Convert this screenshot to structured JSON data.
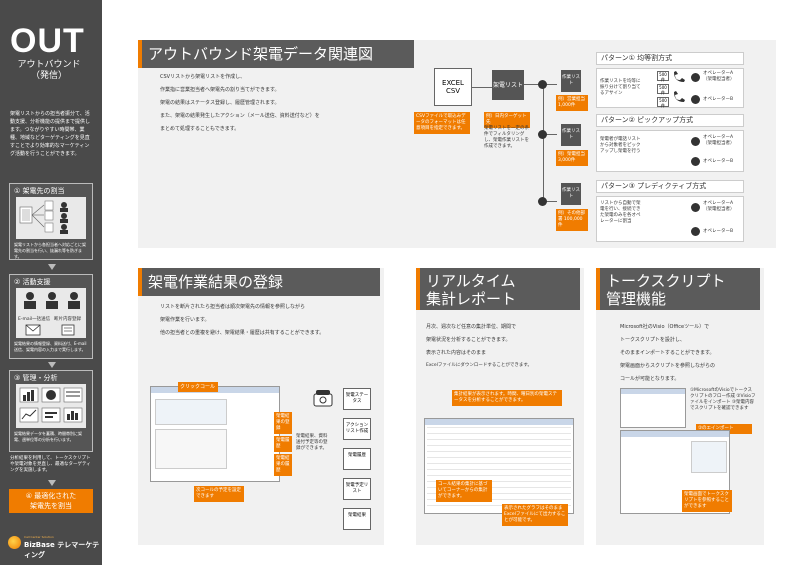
{
  "sidebar": {
    "title": "OUT",
    "subtitle_1": "アウトバウンド",
    "subtitle_2": "（発信）",
    "description": "架電リストからの担当者振分て、活動支援、分析機能の提供まで提供します。つながりやすい時間帯、業種、地域などターゲティングを見直すことでより効率的なマーケティング活動を行うことができます。",
    "step1": "① 架電先の割当",
    "step1_note": "架電リストから各担当者へ対応ごとに架電先の割当を行い、抜漏れ等を防ぎます。",
    "step2": "② 活動支援",
    "step2_label_a": "E-mail一括送信",
    "step2_label_b": "断片内容登録",
    "step2_note": "架電結果の情報登録、資料送付、E-mail送信、架電内容の入力まで実行します。",
    "step3": "③ 管理・分析",
    "step3_note": "架電結果データを蓄積、時間帯別に架電、週単位等の分析を行います。",
    "between_note": "分析結果を利用して、トークスクリプトや架電対象を見直し、最適なターゲティングを実施します。",
    "final_line1": "④ 最適化された",
    "final_line2": "架電先を割当",
    "logo_small": "Call Center Solution",
    "logo": "BizBase テレマーケティング"
  },
  "top_panel": {
    "title": "アウトバウンド架電データ関連図",
    "lines": [
      "CSVリストから架電リストを作成し、",
      "作業指に営業担当者へ架電先の割り当てができます。",
      "架電の結果はステータス登録し、履歴管理されます。",
      "また、架電の結果発生したアクション（メール送信、資料送付など）を",
      "まとめて処理することもできます。"
    ],
    "excel_label": "EXCEL CSV",
    "list_label": "架電リスト",
    "work_list": "作業リスト",
    "csv_callout": "CSVファイルで取込みデータのフォーマットは任意項目を指定できます。",
    "target_callout": "例）日内ターゲット先",
    "mid_note": "架電リストを一定の条件でフィルタリングし、架電作業リストを作成できます。",
    "ex1": "例）営業担当 1,000件",
    "ex2": "例）架電担当 3,000件",
    "ex3": "例）その他部署 100,000件",
    "pattern1": "パターン① 均等割方式",
    "pattern2": "パターン② ピックアップ方式",
    "pattern3": "パターン③ プレディクティブ方式",
    "p1_note": "作業リストを均等に振り分けて割り当てるアサイン",
    "p2_note": "架電者が電話リストから対象者をピックアップし架電を行う",
    "p3_note": "リストから自動で架電を行い、接続できた架電のみを各オペレーターに割当",
    "op_a": "オペレーターA",
    "op_b": "オペレーターB",
    "op_a_sub": "（架電担当者）",
    "count_500": "500件"
  },
  "panel2": {
    "title": "架電作業結果の登録",
    "lines": [
      "リストを断片されたら担当者は順次架電先の情報を参照しながら",
      "架電作業を行います。",
      "他の担当者との重複を避け、架電結果・履歴は共有することができます。"
    ],
    "click_callout": "クリックコール",
    "side_items": [
      "架電結果の登録",
      "架電履歴",
      "架電結果の履歴"
    ],
    "bottom_callout": "次コールの予定を設定できます",
    "side_note": "架電結果、資料送付予定等の登録ができます。",
    "docs": [
      "架電ステータス",
      "アクションリスト作成",
      "架電履歴",
      "架電予定リスト",
      "架電結果"
    ]
  },
  "panel3": {
    "title_line1": "リアルタイム",
    "title_line2": "集計レポート",
    "lines": [
      "月次、週次など任意の集計単位、期間で",
      "架電状況を分析することができます。",
      "表示された内容はそのまま",
      "Excelファイルにダウンロードすることができます。"
    ],
    "callout_top": "集計結果が表示されます。時間、曜日別の架電ステータスを分析することができます。",
    "callout_bottom_left": "コール結果の集計に基づいてコーナーからの集計ができます。",
    "callout_bottom_right": "表示されたグラフはそのままExcelファイルにて出力することが可能です。"
  },
  "panel4": {
    "title_line1": "トークスクリプト",
    "title_line2": "管理機能",
    "lines": [
      "Microsoft社のVisio（Officeツール）で",
      "トークスクリプトを設計し、",
      "そのままインポートすることができます。",
      "架電画面からスクリプトを参照しながらの",
      "コールが可能となります。"
    ],
    "visio_note": "①MicrosoftのVisioでトークスクリプトのフロー作成 ②Visioファイルをインポート ③架電内容でスクリプトを確認できます",
    "import_callout": "②のエインポート",
    "bottom_callout": "架電画面でトークスクリプトを参照することができます"
  },
  "colors": {
    "accent": "#f07c00",
    "dark": "#4a4a4a",
    "panel": "#f1f1f1"
  }
}
